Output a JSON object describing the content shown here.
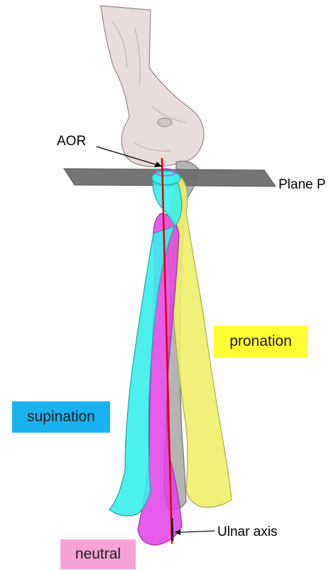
{
  "labels": {
    "aor": "AOR",
    "plane": "Plane P",
    "ulnar_axis": "Ulnar axis"
  },
  "states": {
    "pronation": {
      "label": "pronation",
      "color": "#ffff33"
    },
    "supination": {
      "label": "supination",
      "color": "#1ab2ee"
    },
    "neutral": {
      "label": "neutral",
      "color": "#f7a3d8"
    }
  },
  "colors": {
    "humerus": "#eadcdc",
    "ulna": "#b4b4b4",
    "plane": "#6e6e6e",
    "axis_line": "#e00000",
    "bone_cyan": "#38f0ec",
    "bone_magenta": "#e23ee6",
    "bone_yellow": "#f0f06a"
  }
}
